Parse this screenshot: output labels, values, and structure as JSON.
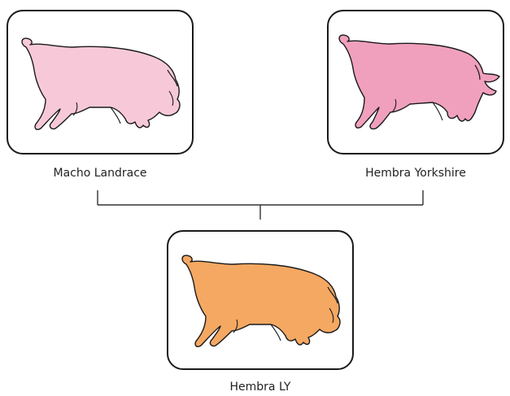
{
  "parents": [
    {
      "label": "Macho Landrace",
      "body_color": "#f7c9d8",
      "icon": "pig-icon"
    },
    {
      "label": "Hembra Yorkshire",
      "body_color": "#f0a0bd",
      "icon": "pig-icon"
    }
  ],
  "offspring": {
    "label": "Hembra LY",
    "body_color": "#f4a862",
    "icon": "pig-icon"
  },
  "colors": {
    "outline": "#1a1a1a",
    "connector": "#333333"
  }
}
